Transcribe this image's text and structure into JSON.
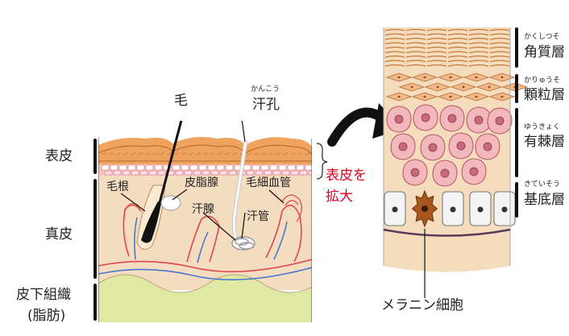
{
  "colors": {
    "epidermis": "#f0a35e",
    "dermis": "#f3dcc0",
    "fat": "#dfe9a3",
    "vessel_red": "#e0464a",
    "vessel_blue": "#4a78d0",
    "accent": "#e0001b"
  },
  "left": {
    "layer_labels": {
      "epidermis": "表皮",
      "dermis": "真皮",
      "subcutis": "皮下組織",
      "subcutis_note": "(脂肪)"
    },
    "parts": {
      "hair": "毛",
      "hair_root": "毛根",
      "sebaceous_gland": "皮脂腺",
      "capillary": "毛細血管",
      "sweat_gland": "汗腺",
      "sweat_duct": "汗管",
      "pore": "汗孔",
      "pore_reading": "かんこう"
    }
  },
  "callout": {
    "line1": "表皮を",
    "line2": "拡大"
  },
  "right": {
    "layers": [
      {
        "reading": "かくしつそ",
        "name": "角質層"
      },
      {
        "reading": "かりゅうそ",
        "name": "顆粒層"
      },
      {
        "reading": "ゆうきょく",
        "name": "有棘層"
      },
      {
        "reading": "きていそう",
        "name": "基底層"
      }
    ],
    "melanocyte": "メラニン細胞"
  }
}
